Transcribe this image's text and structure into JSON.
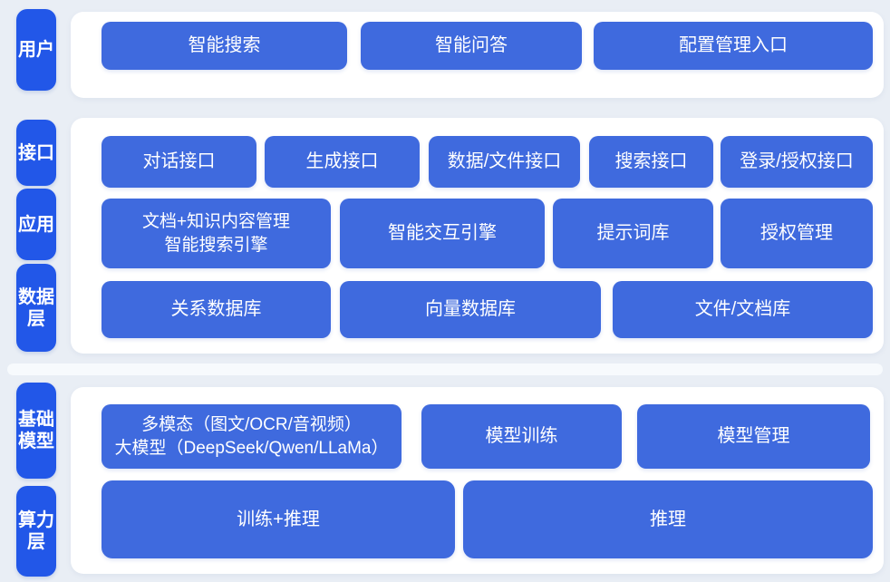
{
  "colors": {
    "page_background": "#e9eef5",
    "panel_background": "#ffffff",
    "side_label_blue": "#2257e8",
    "block_blue": "#3f6ade",
    "text_white": "#ffffff"
  },
  "diagram": {
    "side_labels": [
      "用户",
      "接口",
      "应用",
      "数据层",
      "基础模型",
      "算力层"
    ],
    "user_row": [
      "智能搜索",
      "智能问答",
      "配置管理入口"
    ],
    "interface_row": [
      "对话接口",
      "生成接口",
      "数据/文件接口",
      "搜索接口",
      "登录/授权接口"
    ],
    "application_row": {
      "doc_knowledge": [
        "文档+知识内容管理",
        "智能搜索引擎"
      ],
      "interaction_engine": "智能交互引擎",
      "prompt_library": "提示词库",
      "auth_management": "授权管理"
    },
    "data_row": [
      "关系数据库",
      "向量数据库",
      "文件/文档库"
    ],
    "model_row": {
      "multimodal": [
        "多模态（图文/OCR/音视频）",
        "大模型（DeepSeek/Qwen/LLaMa）"
      ],
      "model_training": "模型训练",
      "model_management": "模型管理"
    },
    "compute_row": [
      "训练+推理",
      "推理"
    ]
  }
}
